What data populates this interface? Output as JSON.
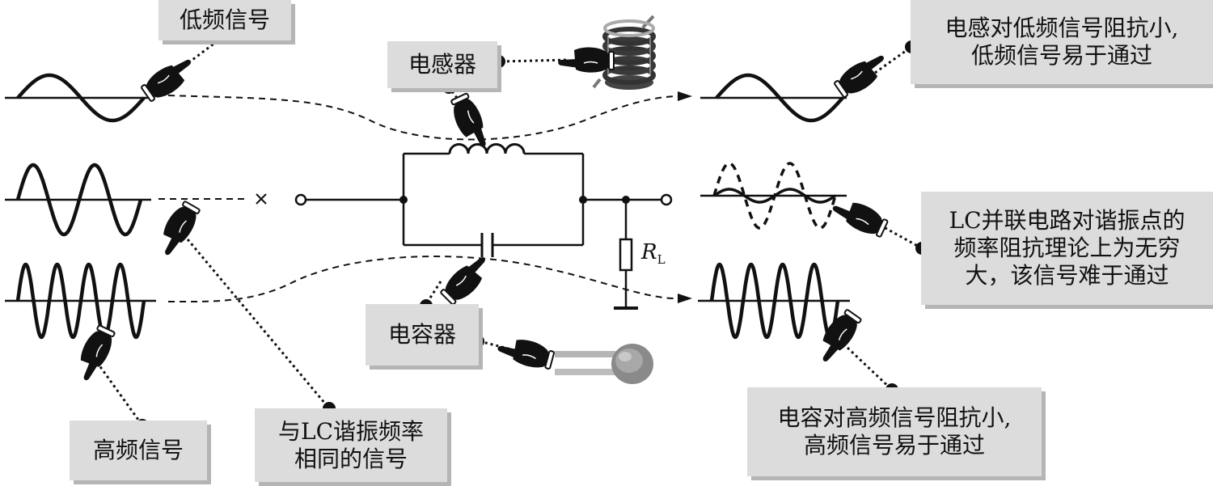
{
  "labels": {
    "low_signal": "低频信号",
    "high_signal": "高频信号",
    "resonant_signal_line1": "与LC谐振频率",
    "resonant_signal_line2": "相同的信号",
    "inductor": "电感器",
    "capacitor": "电容器",
    "inductor_note_line1": "电感对低频信号阻抗小,",
    "inductor_note_line2": "低频信号易于通过",
    "resonance_note_line1": "LC并联电路对谐振点的",
    "resonance_note_line2": "频率阻抗理论上为无穷",
    "resonance_note_line3": "大，该信号难于通过",
    "capacitor_note_line1": "电容对高频信号阻抗小,",
    "capacitor_note_line2": "高频信号易于通过"
  },
  "resistor": {
    "symbol": "R",
    "subscript": "L"
  },
  "colors": {
    "label_bg": "#dcdcdc",
    "label_shadow": "#b5b5b5",
    "ink": "#111111"
  },
  "icons": [
    "pointing-hand-icon",
    "inductor-coil-photo",
    "ceramic-capacitor-photo"
  ]
}
